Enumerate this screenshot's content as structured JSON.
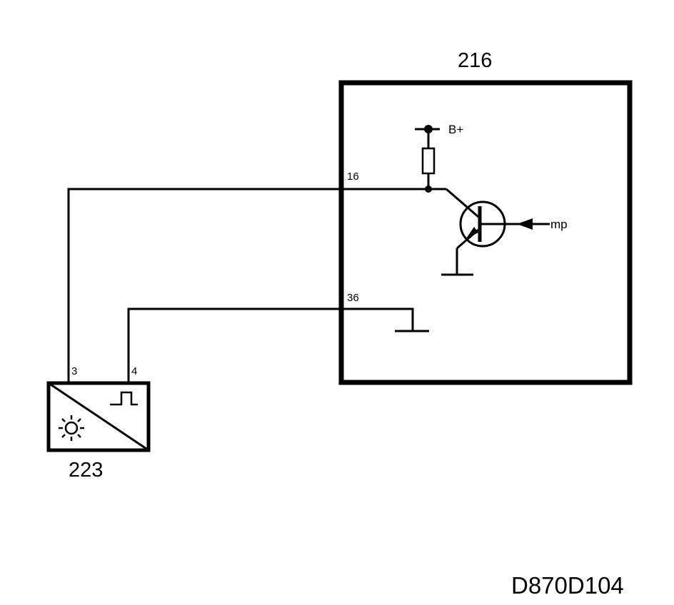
{
  "diagram": {
    "control_unit": {
      "id_label": "216",
      "pin_16": "16",
      "pin_36": "36",
      "supply_label": "B+",
      "signal_label": "mp"
    },
    "sensor": {
      "id_label": "223",
      "pin_3": "3",
      "pin_4": "4"
    },
    "document_code": "D870D104"
  },
  "icons": {
    "light": "sun-icon",
    "pulse": "square-pulse-icon",
    "transistor": "npn-transistor-icon",
    "resistor": "resistor-icon",
    "ground": "ground-icon"
  },
  "colors": {
    "line": "#000000",
    "background": "#ffffff"
  }
}
